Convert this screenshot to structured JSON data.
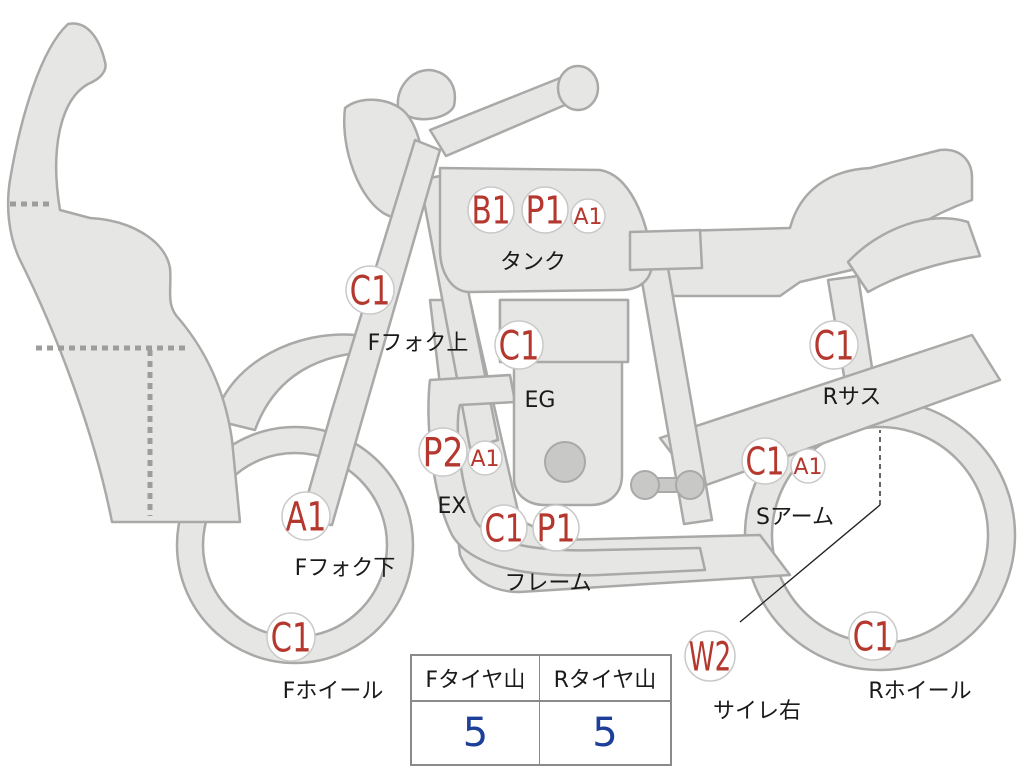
{
  "markers": [
    {
      "id": "tank-b1",
      "code": "B1"
    },
    {
      "id": "tank-p1",
      "code": "P1"
    },
    {
      "id": "tank-a1",
      "code": "A1"
    },
    {
      "id": "ffork-upper-c1",
      "code": "C1"
    },
    {
      "id": "eg-c1",
      "code": "C1"
    },
    {
      "id": "rsus-c1",
      "code": "C1"
    },
    {
      "id": "ex-p2",
      "code": "P2"
    },
    {
      "id": "ex-a1",
      "code": "A1"
    },
    {
      "id": "frame-c1",
      "code": "C1"
    },
    {
      "id": "frame-p1",
      "code": "P1"
    },
    {
      "id": "sarm-c1",
      "code": "C1"
    },
    {
      "id": "sarm-a1",
      "code": "A1"
    },
    {
      "id": "ffork-lower-a1",
      "code": "A1"
    },
    {
      "id": "fwheel-c1",
      "code": "C1"
    },
    {
      "id": "rwheel-c1",
      "code": "C1"
    },
    {
      "id": "muffler-w2",
      "code": "W2"
    }
  ],
  "labels": {
    "tank": "タンク",
    "ffork_upper": "Fフォク上",
    "eg": "EG",
    "rsus": "Rサス",
    "ex": "EX",
    "sarm": "Sアーム",
    "ffork_lower": "Fフォク下",
    "frame": "フレーム",
    "fwheel": "Fホイール",
    "rwheel": "Rホイール",
    "muffler": "サイレ右"
  },
  "tire_table": {
    "headers": [
      "Fタイヤ山",
      "Rタイヤ山"
    ],
    "values": [
      "5",
      "5"
    ]
  },
  "colors": {
    "code_text": "#b5382f",
    "tire_value": "#1d3f9a",
    "body_fill": "#e6e6e4",
    "outline": "#a9a9a7"
  }
}
